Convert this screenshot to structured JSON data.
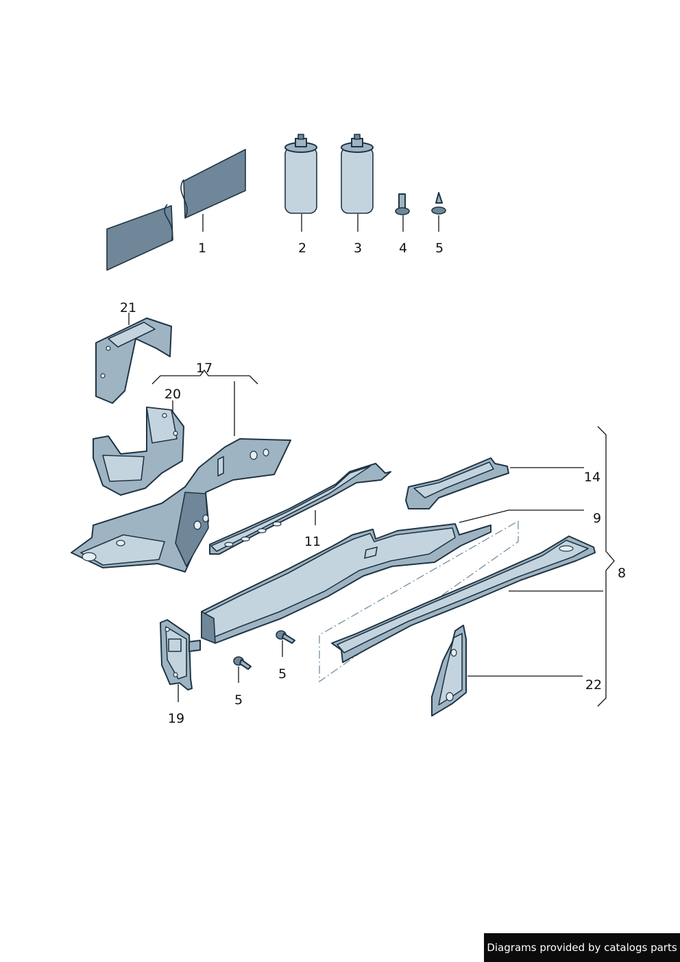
{
  "callouts": {
    "c1": "1",
    "c2": "2",
    "c3": "3",
    "c4": "4",
    "c5a": "5",
    "c21": "21",
    "c17": "17",
    "c20": "20",
    "c14": "14",
    "c9": "9",
    "c8": "8",
    "c11": "11",
    "c5b": "5",
    "c5c": "5",
    "c22": "22",
    "c19": "19"
  },
  "footer": {
    "text": "Diagrams provided by catalogs parts"
  },
  "colors": {
    "part_fill": "#9fb4c3",
    "part_outline": "#1f3443",
    "footer_background": "#0b0b0b"
  }
}
